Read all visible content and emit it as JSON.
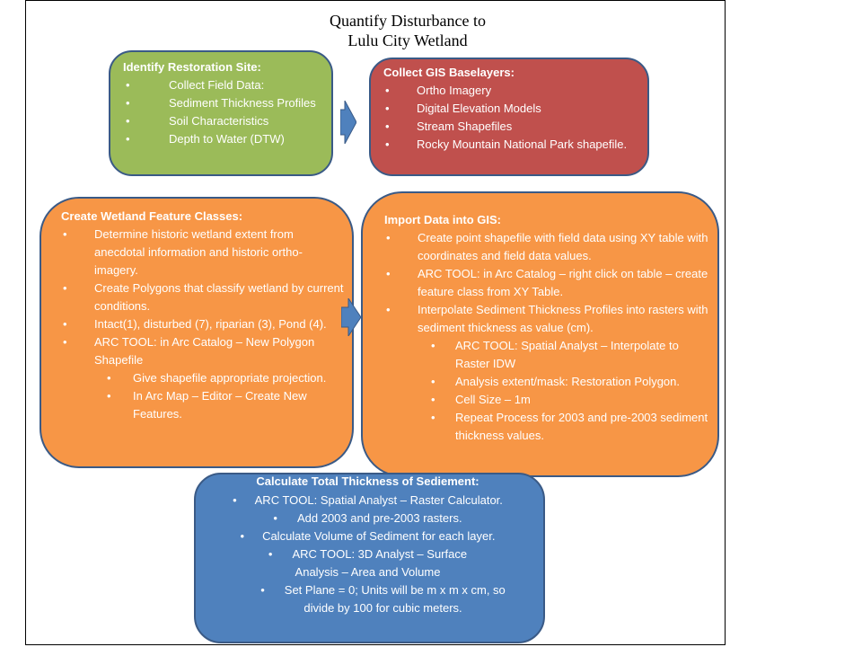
{
  "title": [
    "Quantify Disturbance to",
    "Lulu City Wetland"
  ],
  "colors": {
    "green": "#9bbb59",
    "red": "#c0504d",
    "orange": "#f79646",
    "blue": "#4f81bd",
    "arrow": "#4f81bd",
    "border": "#3a5a86"
  },
  "identify": {
    "heading": "Identify Restoration Site:",
    "items": [
      "Collect Field Data:",
      "Sediment Thickness Profiles",
      "Soil Characteristics",
      "Depth to Water (DTW)"
    ]
  },
  "baselayers": {
    "heading": "Collect GIS Baselayers:",
    "items": [
      "Ortho Imagery",
      "Digital Elevation Models",
      "Stream Shapefiles",
      "Rocky Mountain National Park shapefile."
    ]
  },
  "wetland": {
    "heading": "Create Wetland Feature Classes:",
    "items": [
      "Determine historic wetland extent from anecdotal information and historic ortho-imagery.",
      "Create Polygons that classify wetland by current conditions.",
      "Intact(1), disturbed (7), riparian (3), Pond (4).",
      "ARC TOOL: in Arc Catalog – New Polygon Shapefile",
      "Give shapefile appropriate projection.",
      "In Arc Map – Editor – Create New Features."
    ]
  },
  "import": {
    "heading": "Import Data into GIS:",
    "items": [
      "Create point shapefile with field data using XY table with coordinates and field data values.",
      "ARC TOOL:  in Arc Catalog – right click on table – create feature class from XY Table.",
      "Interpolate Sediment Thickness Profiles into rasters with sediment thickness as value (cm).",
      "ARC TOOL:  Spatial Analyst – Interpolate to Raster IDW",
      "Analysis extent/mask: Restoration Polygon.",
      "Cell Size – 1m",
      "Repeat Process for 2003  and pre-2003 sediment thickness values."
    ]
  },
  "total": {
    "heading": "Calculate Total Thickness of Sediement:",
    "items": [
      "ARC TOOL: Spatial Analyst – Raster Calculator.",
      "Add 2003  and pre-2003 rasters.",
      "Calculate Volume of Sediment for each layer.",
      "ARC TOOL:  3D Analyst – Surface Analysis – Area and Volume",
      "Set Plane = 0;  Units will be m x m x cm, so divide by 100  for cubic meters."
    ]
  }
}
